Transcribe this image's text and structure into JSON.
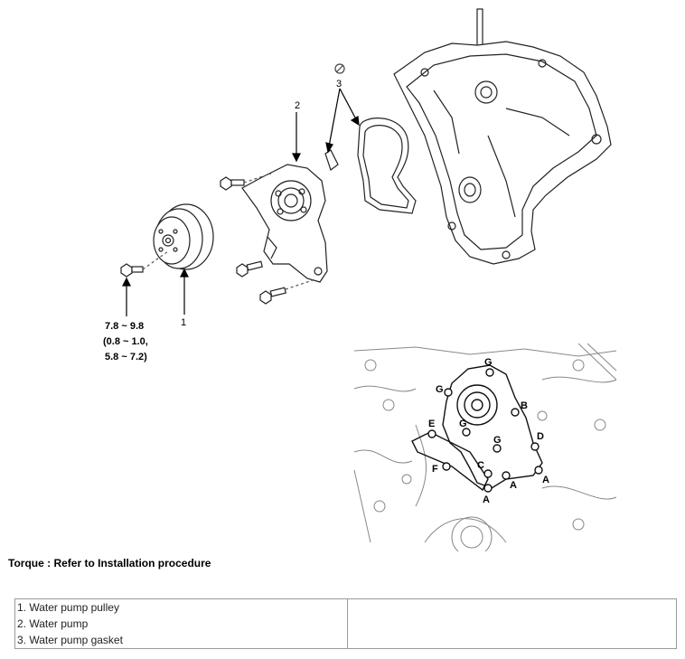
{
  "callouts": {
    "n1": "1",
    "n2": "2",
    "n3": "3",
    "torque_line1": "7.8 ~ 9.8",
    "torque_line2": "(0.8 ~ 1.0,",
    "torque_line3": "5.8 ~ 7.2)"
  },
  "bolt_letters": {
    "g_top": "G",
    "g_left": "G",
    "b": "B",
    "e": "E",
    "g_mid": "G",
    "g_low": "G",
    "d": "D",
    "f": "F",
    "c": "C",
    "a1": "A",
    "a2": "A",
    "a3": "A"
  },
  "torque_note": "Torque : Refer to Installation procedure",
  "legend": {
    "items": [
      "1. Water pump pulley",
      "2. Water pump",
      "3. Water pump gasket"
    ]
  }
}
